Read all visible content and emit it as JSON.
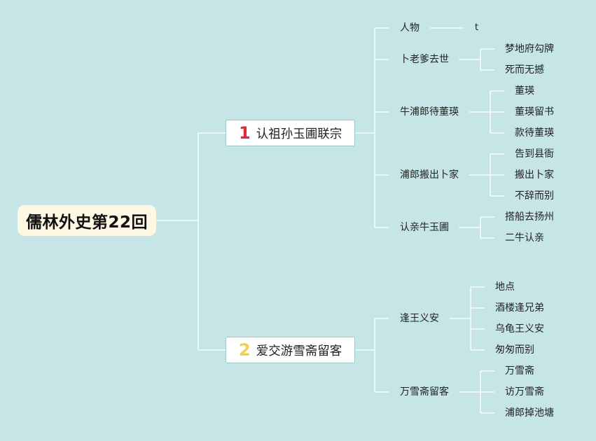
{
  "root": {
    "title": "儒林外史第22回"
  },
  "branches": [
    {
      "number": "1",
      "color": "#e02a36",
      "label": "认祖孙玉圃联宗",
      "topics": [
        {
          "label": "人物",
          "children": [
            "t"
          ]
        },
        {
          "label": "卜老爹去世",
          "children": [
            "梦地府勾牌",
            "死而无撼"
          ]
        },
        {
          "label": "牛浦郎待董瑛",
          "children": [
            "董瑛",
            "董瑛留书",
            "款待董瑛"
          ]
        },
        {
          "label": "浦郎搬出卜家",
          "children": [
            "告到县衙",
            "搬出卜家",
            "不辞而别"
          ]
        },
        {
          "label": "认亲牛玉圃",
          "children": [
            "搭船去扬州",
            "二牛认亲"
          ]
        }
      ]
    },
    {
      "number": "2",
      "color": "#f2cf4c",
      "label": "爱交游雪斋留客",
      "topics": [
        {
          "label": "逢王义安",
          "children": [
            "地点",
            "酒楼逢兄弟",
            "乌龟王义安",
            "匆匆而别"
          ]
        },
        {
          "label": "万雪斋留客",
          "children": [
            "万雪斋",
            "访万雪斋",
            "浦郎掉池塘"
          ]
        }
      ]
    }
  ]
}
